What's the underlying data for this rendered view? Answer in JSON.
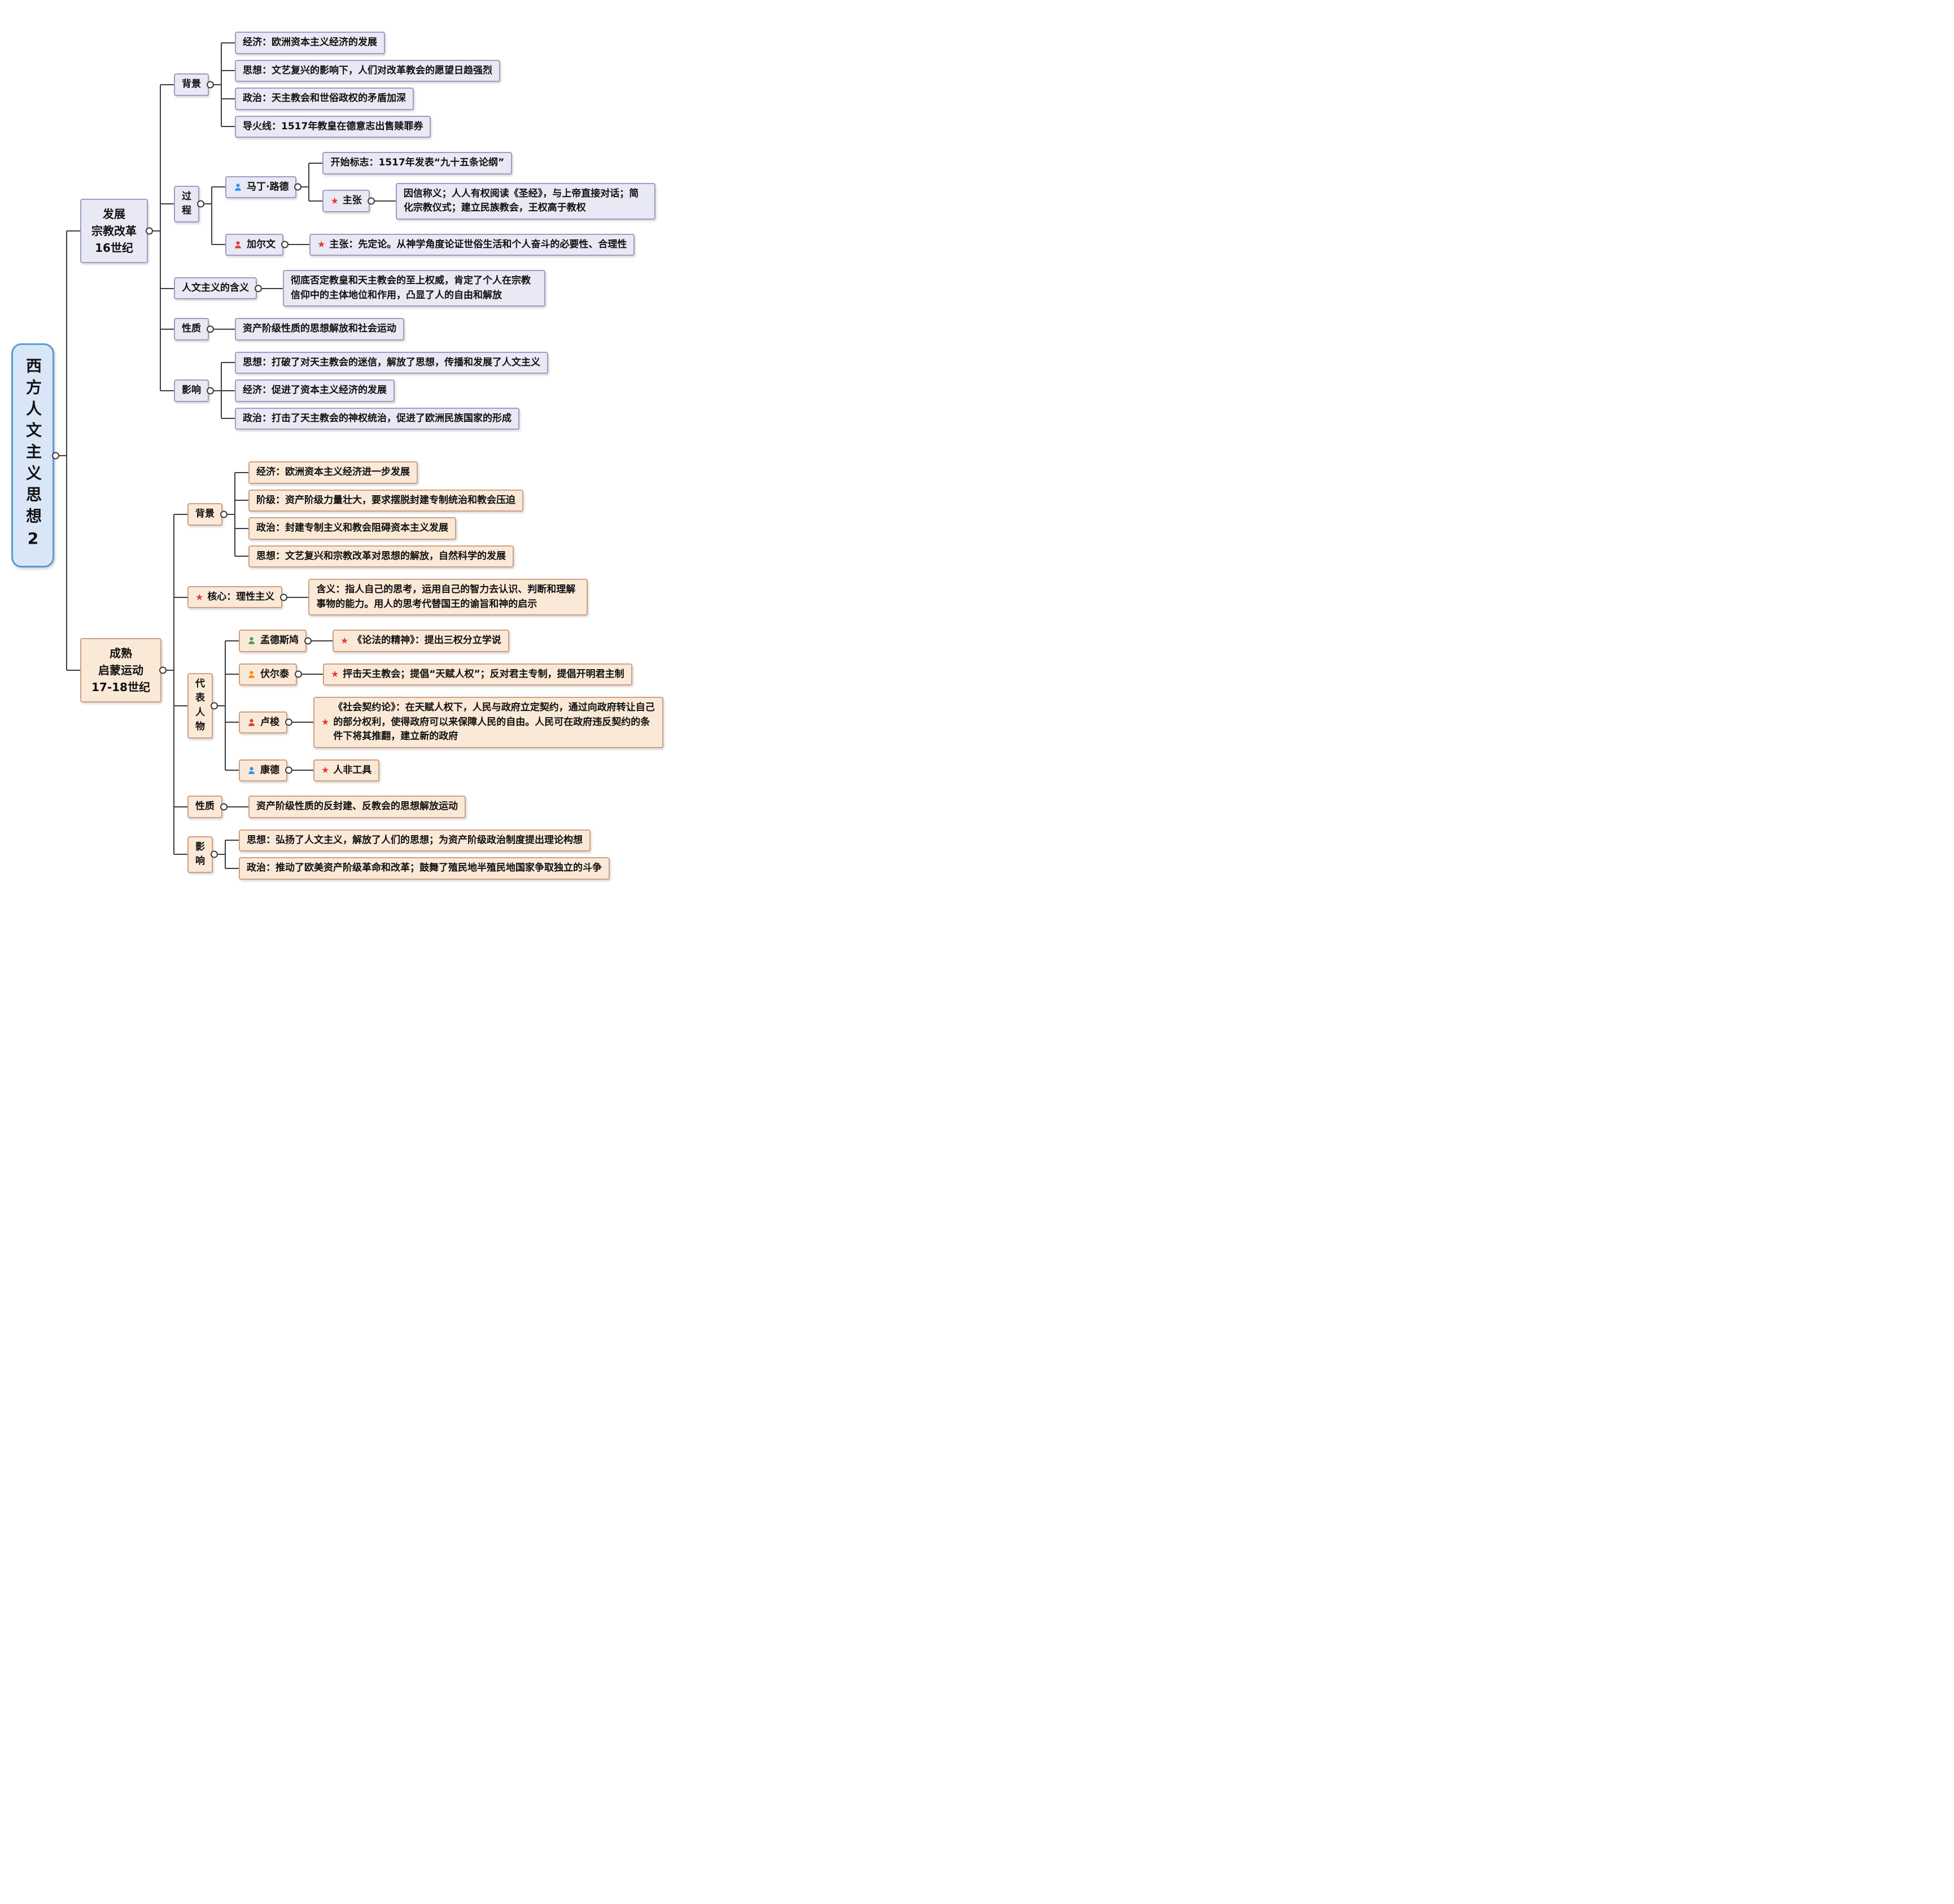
{
  "root": {
    "label": "西方人文主义思想2"
  },
  "reform": {
    "label": "发展\n宗教改革\n16世纪",
    "background": {
      "label": "背景",
      "items": [
        "经济：欧洲资本主义经济的发展",
        "思想：文艺复兴的影响下，人们对改革教会的愿望日趋强烈",
        "政治：天主教会和世俗政权的矛盾加深",
        "导火线：1517年教皇在德意志出售赎罪券"
      ]
    },
    "process": {
      "label": "过\n程",
      "luther": {
        "name": "马丁·路德",
        "start": "开始标志：1517年发表“九十五条论纲”",
        "claim_label": "主张",
        "claim": "因信称义；人人有权阅读《圣经》，与上帝直接对话；简化宗教仪式；建立民族教会，王权高于教权"
      },
      "calvin": {
        "name": "加尔文",
        "claim": "主张：先定论。从神学角度论证世俗生活和个人奋斗的必要性、合理性"
      }
    },
    "humanism": {
      "label": "人文主义的含义",
      "text": "彻底否定教皇和天主教会的至上权威，肯定了个人在宗教信仰中的主体地位和作用，凸显了人的自由和解放"
    },
    "nature": {
      "label": "性质",
      "text": "资产阶级性质的思想解放和社会运动"
    },
    "influence": {
      "label": "影响",
      "items": [
        "思想：打破了对天主教会的迷信，解放了思想，传播和发展了人文主义",
        "经济：促进了资本主义经济的发展",
        "政治：打击了天主教会的神权统治，促进了欧洲民族国家的形成"
      ]
    }
  },
  "enlightenment": {
    "label": "成熟\n启蒙运动\n17-18世纪",
    "background": {
      "label": "背景",
      "items": [
        "经济：欧洲资本主义经济进一步发展",
        "阶级：资产阶级力量壮大，要求摆脱封建专制统治和教会压迫",
        "政治：封建专制主义和教会阻碍资本主义发展",
        "思想：文艺复兴和宗教改革对思想的解放，自然科学的发展"
      ]
    },
    "core": {
      "label": "核心：理性主义",
      "text": "含义：指人自己的思考，运用自己的智力去认识、判断和理解事物的能力。用人的思考代替国王的谕旨和神的启示"
    },
    "figures": {
      "label": "代\n表\n人\n物",
      "montesquieu": {
        "name": "孟德斯鸠",
        "text": "《论法的精神》：提出三权分立学说"
      },
      "voltaire": {
        "name": "伏尔泰",
        "text": "抨击天主教会；提倡“天赋人权”；反对君主专制，提倡开明君主制"
      },
      "rousseau": {
        "name": "卢梭",
        "text": "《社会契约论》：在天赋人权下，人民与政府立定契约，通过向政府转让自己的部分权利，使得政府可以来保障人民的自由。人民可在政府违反契约的条件下将其推翻，建立新的政府"
      },
      "kant": {
        "name": "康德",
        "text": "人非工具"
      }
    },
    "nature": {
      "label": "性质",
      "text": "资产阶级性质的反封建、反教会的思想解放运动"
    },
    "influence": {
      "label": "影\n响",
      "items": [
        "思想：弘扬了人文主义，解放了人们的思想；为资产阶级政治制度提出理论构想",
        "政治：推动了欧美资产阶级革命和改革；鼓舞了殖民地半殖民地国家争取独立的斗争"
      ]
    }
  },
  "colors": {
    "line": "#3d3d3d",
    "root_bg": "#d9e6f8",
    "root_border": "#5b9bd5",
    "purple_bg": "#e9e8f5",
    "purple_border": "#9d9dc3",
    "peach_bg": "#fbe9d8",
    "peach_border": "#cfa080",
    "star": "#e53935",
    "person_blue": "#2196f3",
    "person_red": "#e53935",
    "person_green": "#43a047",
    "person_yellow": "#fb8c00"
  }
}
